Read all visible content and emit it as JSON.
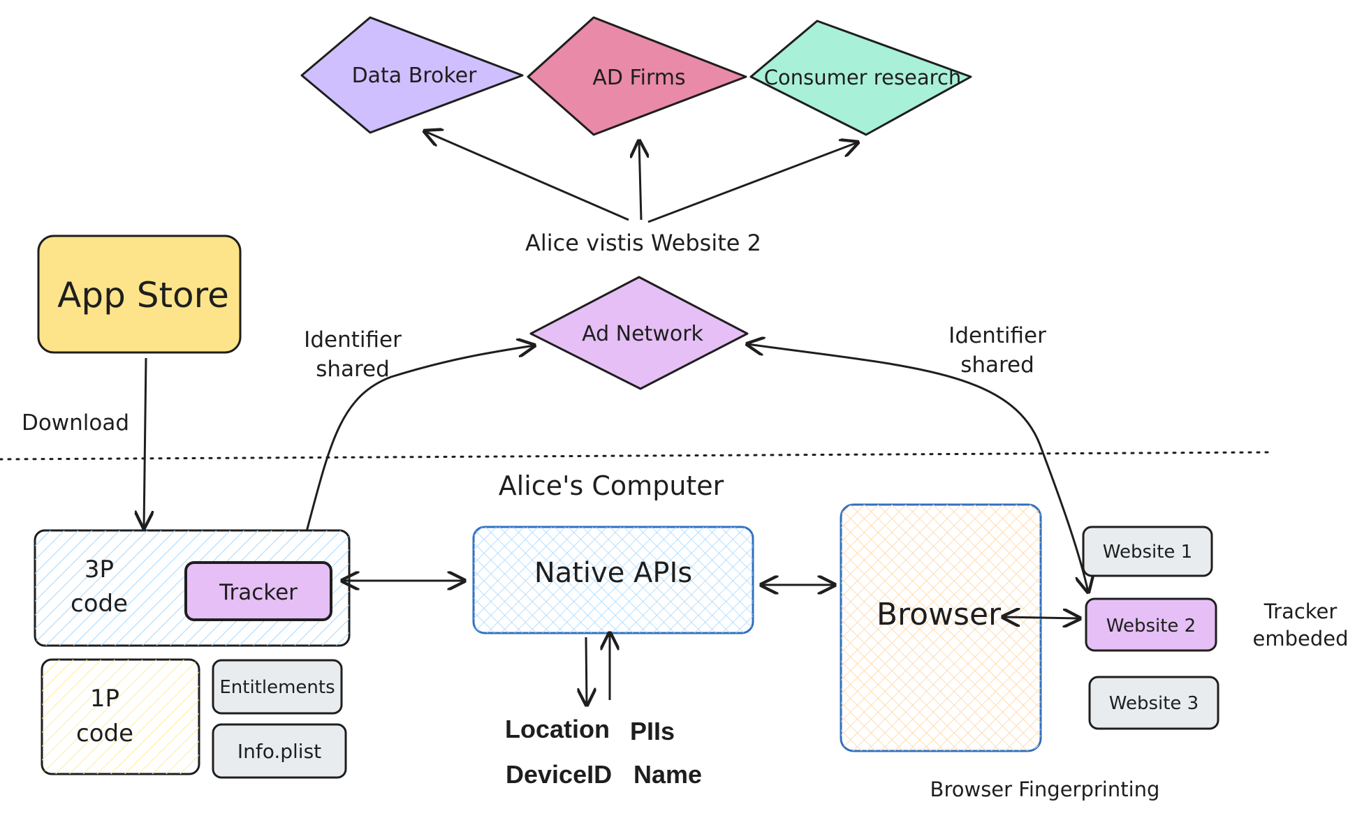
{
  "diagram": {
    "consumers": {
      "data_broker": "Data Broker",
      "ad_firms": "AD Firms",
      "consumer_research": "Consumer research"
    },
    "alice_visits_label": "Alice vistis Website 2",
    "ad_network": "Ad Network",
    "identifier_left": [
      "Identifier",
      "shared"
    ],
    "identifier_right": [
      "Identifier",
      "shared"
    ],
    "app_store": "App Store",
    "download_label": "Download",
    "alice_computer_label": "Alice's Computer",
    "third_party_code": [
      "3P",
      "code"
    ],
    "tracker": "Tracker",
    "first_party_code": [
      "1P",
      "code"
    ],
    "entitlements": "Entitlements",
    "info_plist": "Info.plist",
    "native_apis": "Native APIs",
    "data_items": {
      "location": "Location",
      "piis": "PIIs",
      "device_id": "DeviceID",
      "name": "Name"
    },
    "browser": "Browser",
    "websites": [
      "Website 1",
      "Website 2",
      "Website 3"
    ],
    "tracker_embedded": [
      "Tracker",
      "embeded"
    ],
    "browser_fingerprinting": "Browser Fingerprinting",
    "colors": {
      "data_broker": "#d0bfff",
      "ad_firms": "#e98aa8",
      "consumer_research": "#a9f0d8",
      "ad_network_purple": "#e5bff5",
      "app_store_yellow": "#fde48a",
      "blue_hatch": "#a5d8ff",
      "yellow_hatch": "#fff3b0",
      "orange_hatch": "#ffd8a8",
      "gray_box": "#e9ecef",
      "border_blue": "#2f6fc0"
    }
  }
}
